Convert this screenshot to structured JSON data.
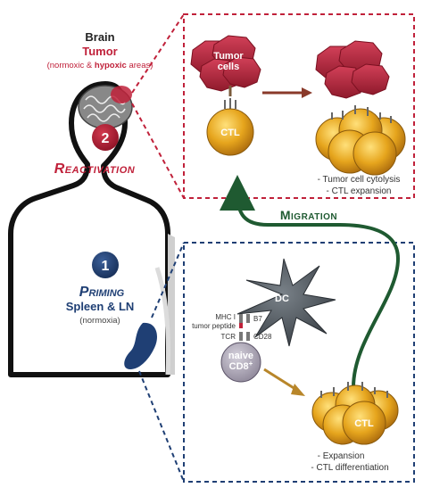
{
  "brain": {
    "title": "Brain",
    "tumor": "Tumor",
    "areas_prefix": "(normoxic & ",
    "areas_hypoxic": "hypoxic",
    "areas_suffix": " areas)"
  },
  "step2": {
    "number": "2",
    "label": "Reactivation"
  },
  "step1": {
    "number": "1",
    "label": "Priming",
    "sublabel": "Spleen & LN",
    "condition": "(normoxia)"
  },
  "migration": "Migration",
  "cells": {
    "tumor_cells_line1": "Tumor",
    "tumor_cells_line2": "cells",
    "ctl": "CTL",
    "ctl_bottom": "CTL",
    "dc": "DC",
    "naive_line1": "naive",
    "naive_line2": "CD8",
    "naive_sup": "+"
  },
  "receptors": {
    "mhc": "MHC I",
    "tumor_peptide": "tumor peptide",
    "b7": "B7",
    "tcr": "TCR",
    "cd28": "CD28"
  },
  "outcomes_top": [
    "- Tumor cell cytolysis",
    "- CTL expansion"
  ],
  "outcomes_bottom": [
    "- Expansion",
    "- CTL differentiation"
  ],
  "colors": {
    "red": "#c0213a",
    "blue": "#1f3f74",
    "green": "#1f5a31",
    "ctl_gold": "#e0a21c",
    "dc_gray": "#4b5258"
  }
}
